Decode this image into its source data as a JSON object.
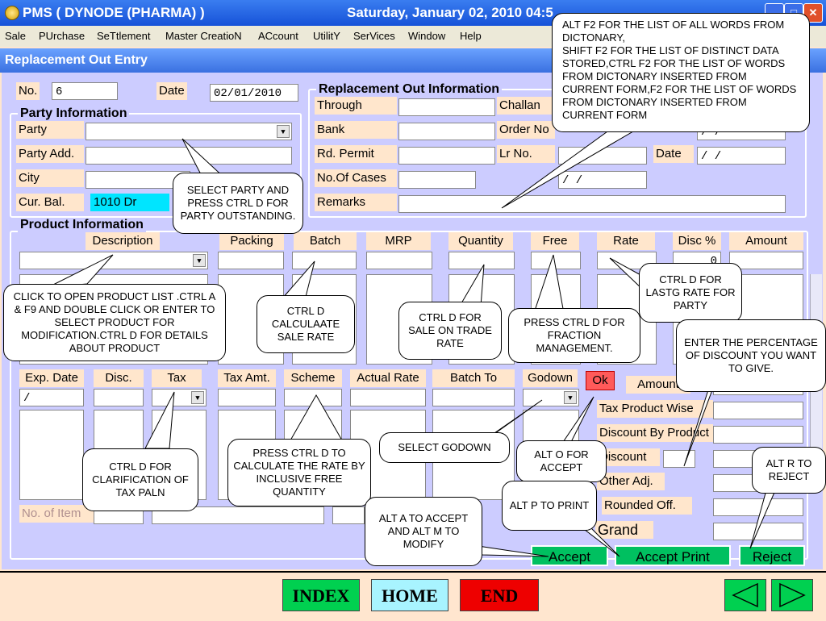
{
  "titlebar": {
    "app": "PMS ( DYNODE (PHARMA) )",
    "datetime": "Saturday, January 02, 2010  04:5"
  },
  "menu": [
    "Sale",
    "PUrchase",
    "SeTtlement",
    "Master CreatioN",
    "ACcount",
    "UtilitY",
    "SerVices",
    "Window",
    "Help"
  ],
  "form": {
    "title": "Replacement Out Entry",
    "no_label": "No.",
    "no_value": "6",
    "date_label": "Date",
    "date_value": "02/01/2010",
    "party_info_title": "Party Information",
    "party_label": "Party",
    "party_add_label": "Party Add.",
    "city_label": "City",
    "cur_bal_label": "Cur. Bal.",
    "cur_bal_value": "1010 Dr",
    "rep_info_title": "Replacement Out Information",
    "through_label": "Through",
    "bank_label": "Bank",
    "rd_permit_label": "Rd. Permit",
    "cases_label": "No.Of Cases",
    "remarks_label": "Remarks",
    "challan_label": "Challan",
    "order_no_label": "Order No",
    "lr_no_label": "Lr No.",
    "date_label2": "Date",
    "blank_date": " /   /",
    "product_info_title": "Product Information",
    "product_headers": [
      "Description",
      "Packing",
      "Batch",
      "MRP",
      "Quantity",
      "Free",
      "Rate",
      "Disc %",
      "Amount"
    ],
    "disc_value": "0",
    "lower_headers": [
      "Exp. Date",
      "Disc.",
      "Tax",
      "Tax Amt.",
      "Scheme",
      "Actual Rate",
      "Batch To",
      "Godown"
    ],
    "exp_value": " /",
    "ok_label": "Ok",
    "amount_label": "Amount",
    "tax_product_label": "Tax Product Wise",
    "discount_by_product_label": "Discount By Product",
    "discount_label": "Discount",
    "other_adj_label": "Other Adj.",
    "rounded_off_label": "Rounded Off.",
    "grand_label": "Grand",
    "no_of_item_label": "No. of Item",
    "accept_label": "Accept",
    "accept_print_label": "Accept Print",
    "reject_label": "Reject"
  },
  "callouts": {
    "f2": "ALT F2 FOR THE LIST OF ALL WORDS FROM DICTONARY,\nSHIFT F2 FOR THE LIST OF DISTINCT DATA STORED,CTRL F2 FOR THE LIST OF WORDS FROM DICTONARY INSERTED FROM CURRENT FORM,F2  FOR THE LIST OF WORDS FROM DICTONARY INSERTED FROM CURRENT FORM",
    "party": "SELECT PARTY AND PRESS CTRL D FOR PARTY OUTSTANDING.",
    "product": "CLICK TO OPEN  PRODUCT LIST .CTRL A & F9 AND DOUBLE CLICK OR  ENTER TO SELECT PRODUCT FOR MODIFICATION.CTRL D FOR DETAILS ABOUT PRODUCT",
    "calc_sale": "CTRL D CALCULAATE SALE RATE",
    "trade_rate": "CTRL D FOR SALE ON TRADE RATE",
    "fraction": "PRESS CTRL D FOR FRACTION MANAGEMENT.",
    "last_rate": "CTRL D FOR LASTG RATE FOR PARTY",
    "discount": "ENTER THE PERCENTAGE OF DISCOUNT YOU WANT TO GIVE.",
    "tax": "CTRL D FOR CLARIFICATION OF TAX PALN",
    "scheme": "PRESS CTRL D TO CALCULATE THE RATE BY INCLUSIVE FREE QUANTITY",
    "godown": "SELECT GODOWN",
    "accept": "ALT O FOR ACCEPT",
    "print": "ALT P  TO PRINT",
    "modify": "ALT A TO ACCEPT AND ALT M TO MODIFY",
    "reject": "ALT R TO REJECT"
  },
  "nav": {
    "index": "INDEX",
    "home": "HOME",
    "end": "END"
  },
  "colors": {
    "titlebar": "#1652d8",
    "form_bg": "#ccccff",
    "label_bg": "#ffe6cc",
    "button_green": "#00c060",
    "bal_cyan": "#00e5ff"
  }
}
